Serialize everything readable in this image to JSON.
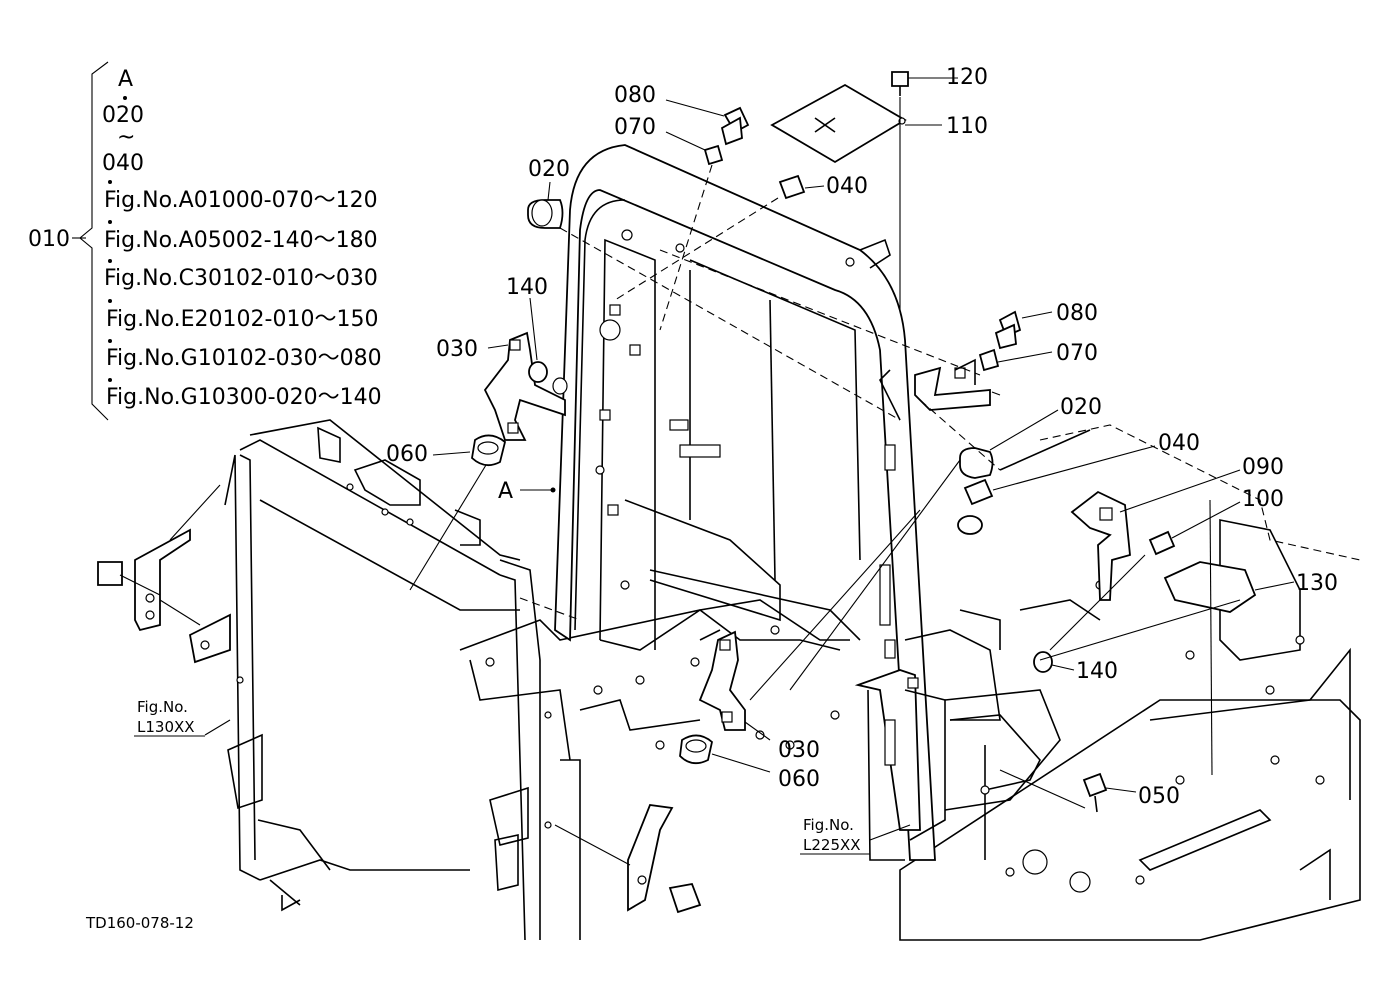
{
  "list": {
    "main": "010",
    "items": [
      "A",
      "020",
      "~",
      "040",
      "Fig.No.A01000-070～120",
      "Fig.No.A05002-140～180",
      "Fig.No.C30102-010～030",
      "Fig.No.E20102-010～150",
      "Fig.No.G10102-030～080",
      "Fig.No.G10300-020～140"
    ]
  },
  "callouts": {
    "c080_top": "080",
    "c070_top": "070",
    "c020_left": "020",
    "c120": "120",
    "c110": "110",
    "c040_top": "040",
    "c140_left": "140",
    "c030_left": "030",
    "c060_left": "060",
    "cA": "A",
    "c080_right": "080",
    "c070_right": "070",
    "c020_right": "020",
    "c040_right": "040",
    "c090": "090",
    "c100": "100",
    "c130": "130",
    "c140_right": "140",
    "c030_bottom": "030",
    "c060_bottom": "060",
    "c050": "050"
  },
  "refs": {
    "l130_fig": "Fig.No.",
    "l130_code": "L130XX",
    "l225_fig": "Fig.No.",
    "l225_code": "L225XX"
  },
  "drawing_id": "TD160-078-12"
}
